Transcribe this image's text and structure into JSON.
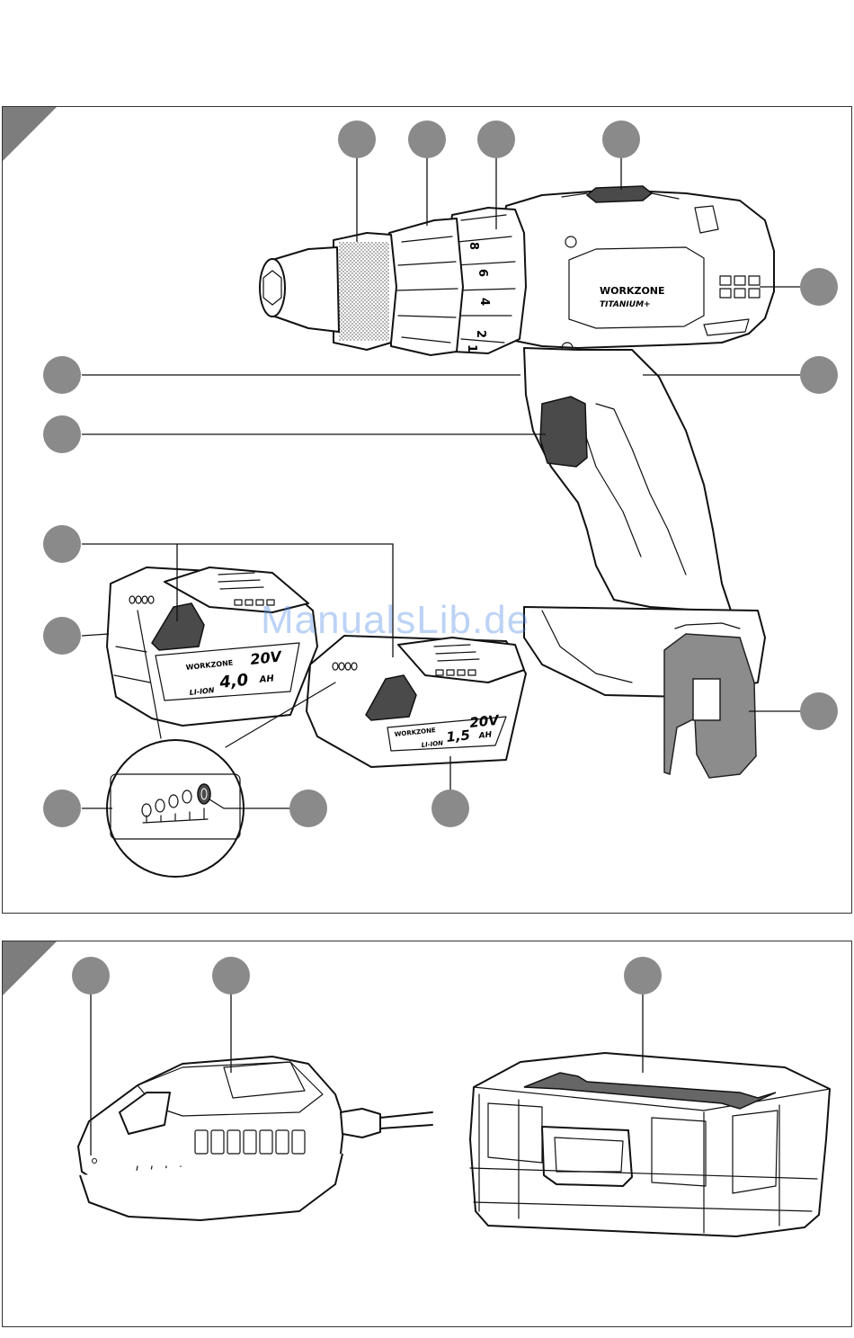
{
  "drill_dial_numbers": [
    "8",
    "6",
    "4",
    "2",
    "1"
  ],
  "drill_brand": "WORKZONE",
  "drill_sub_brand": "TITANIUM+",
  "battery_large": {
    "brand": "WORKZONE",
    "voltage": "20V",
    "capacity": "4,0",
    "unit": "AH",
    "chem": "LI-ION"
  },
  "battery_small": {
    "brand": "WORKZONE",
    "voltage": "20V",
    "capacity": "1,5",
    "unit": "AH",
    "chem": "LI-ION"
  },
  "watermark": "ManualsLib.de"
}
